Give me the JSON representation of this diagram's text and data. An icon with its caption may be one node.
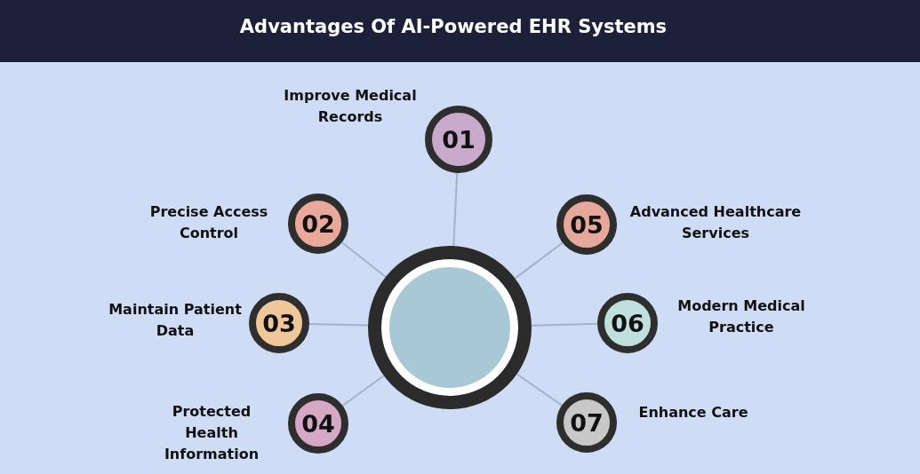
{
  "diagram": {
    "title": "Advantages Of AI-Powered EHR Systems",
    "nodes": [
      {
        "text": [
          "01"
        ],
        "beside": [
          "Improve Medical Records"
        ]
      },
      {
        "text": [
          "02"
        ],
        "beside": [
          "Precise Access Control"
        ]
      },
      {
        "text": [
          "03"
        ],
        "beside": [
          "Maintain Patient Data"
        ]
      },
      {
        "text": [
          "04"
        ],
        "beside": [
          "Protected Health Information"
        ]
      },
      {
        "text": [
          "05"
        ],
        "beside": [
          "Advanced Healthcare Services"
        ]
      },
      {
        "text": [
          "06"
        ],
        "beside": [
          "Modern Medical Practice"
        ]
      },
      {
        "text": [
          "07"
        ],
        "beside": [
          "Enhance Care"
        ]
      },
      {
        "text": [],
        "shape": "circle"
      }
    ],
    "edges": [
      {
        "from": 7,
        "to": 0,
        "arrow": "none"
      },
      {
        "from": 7,
        "to": 1,
        "arrow": "none"
      },
      {
        "from": 7,
        "to": 2,
        "arrow": "none"
      },
      {
        "from": 7,
        "to": 3,
        "arrow": "none"
      },
      {
        "from": 7,
        "to": 4,
        "arrow": "none"
      },
      {
        "from": 7,
        "to": 5,
        "arrow": "none"
      },
      {
        "from": 7,
        "to": 6,
        "arrow": "none"
      }
    ]
  }
}
